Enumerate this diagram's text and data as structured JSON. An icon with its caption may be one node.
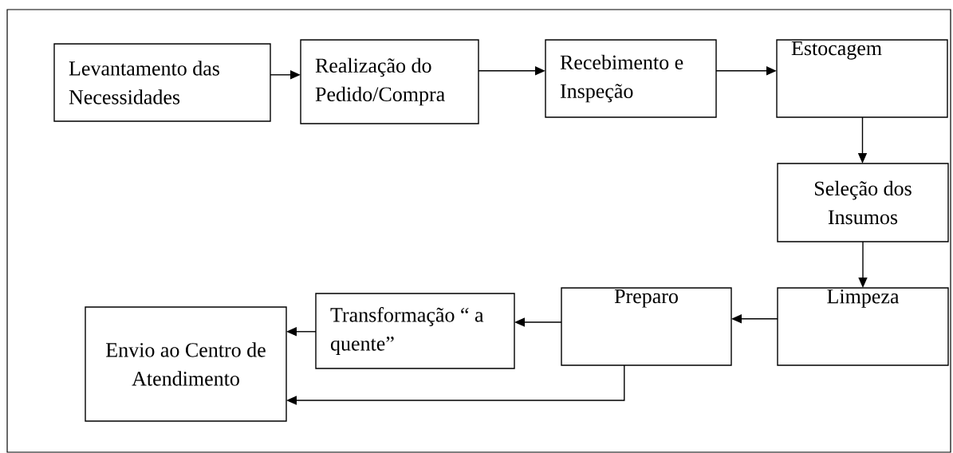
{
  "diagram": {
    "nodes": [
      {
        "text": [
          "Levantamento das Necessidades"
        ]
      },
      {
        "text": [
          "Realização do Pedido/Compra"
        ]
      },
      {
        "text": [
          "Recebimento e Inspeção"
        ]
      },
      {
        "text": [
          "Estocagem"
        ]
      },
      {
        "text": [
          "Seleção dos Insumos"
        ]
      },
      {
        "text": [
          "Limpeza"
        ]
      },
      {
        "text": [
          "Preparo"
        ]
      },
      {
        "text": [
          "Transformação “ a quente”"
        ]
      },
      {
        "text": [
          "Envio ao Centro de Atendimento"
        ]
      }
    ],
    "edges": [
      {
        "from": 0,
        "to": 1,
        "arrow": "to"
      },
      {
        "from": 1,
        "to": 2,
        "arrow": "to"
      },
      {
        "from": 2,
        "to": 3,
        "arrow": "to"
      },
      {
        "from": 3,
        "to": 4,
        "arrow": "to"
      },
      {
        "from": 4,
        "to": 5,
        "arrow": "to"
      },
      {
        "from": 5,
        "to": 6,
        "arrow": "to"
      },
      {
        "from": 6,
        "to": 7,
        "arrow": "to"
      },
      {
        "from": 7,
        "to": 8,
        "arrow": "to"
      },
      {
        "from": 6,
        "to": 8,
        "arrow": "to"
      }
    ]
  }
}
